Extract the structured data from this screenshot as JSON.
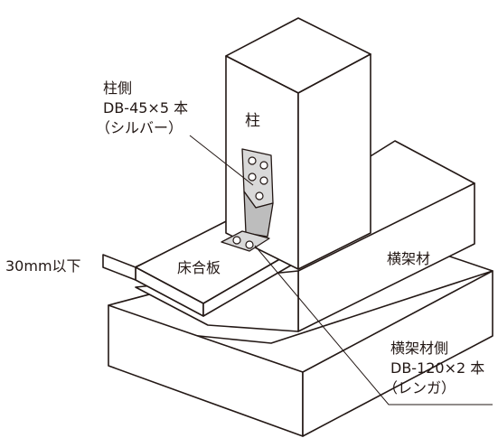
{
  "labels": {
    "pillar": "柱",
    "pillar_side_title": "柱側",
    "pillar_side_screw": "DB-45×5 本",
    "pillar_side_color": "（シルバー）",
    "floor_board": "床合板",
    "beam": "横架材",
    "gap": "30mm以下",
    "beam_side_title": "横架材側",
    "beam_side_screw": "DB-120×2 本",
    "beam_side_color": "（レンガ）"
  },
  "colors": {
    "line": "#231815",
    "face": "#ffffff",
    "bracket": "#d9d9d9",
    "bracket_shade": "#bdbdbd"
  }
}
